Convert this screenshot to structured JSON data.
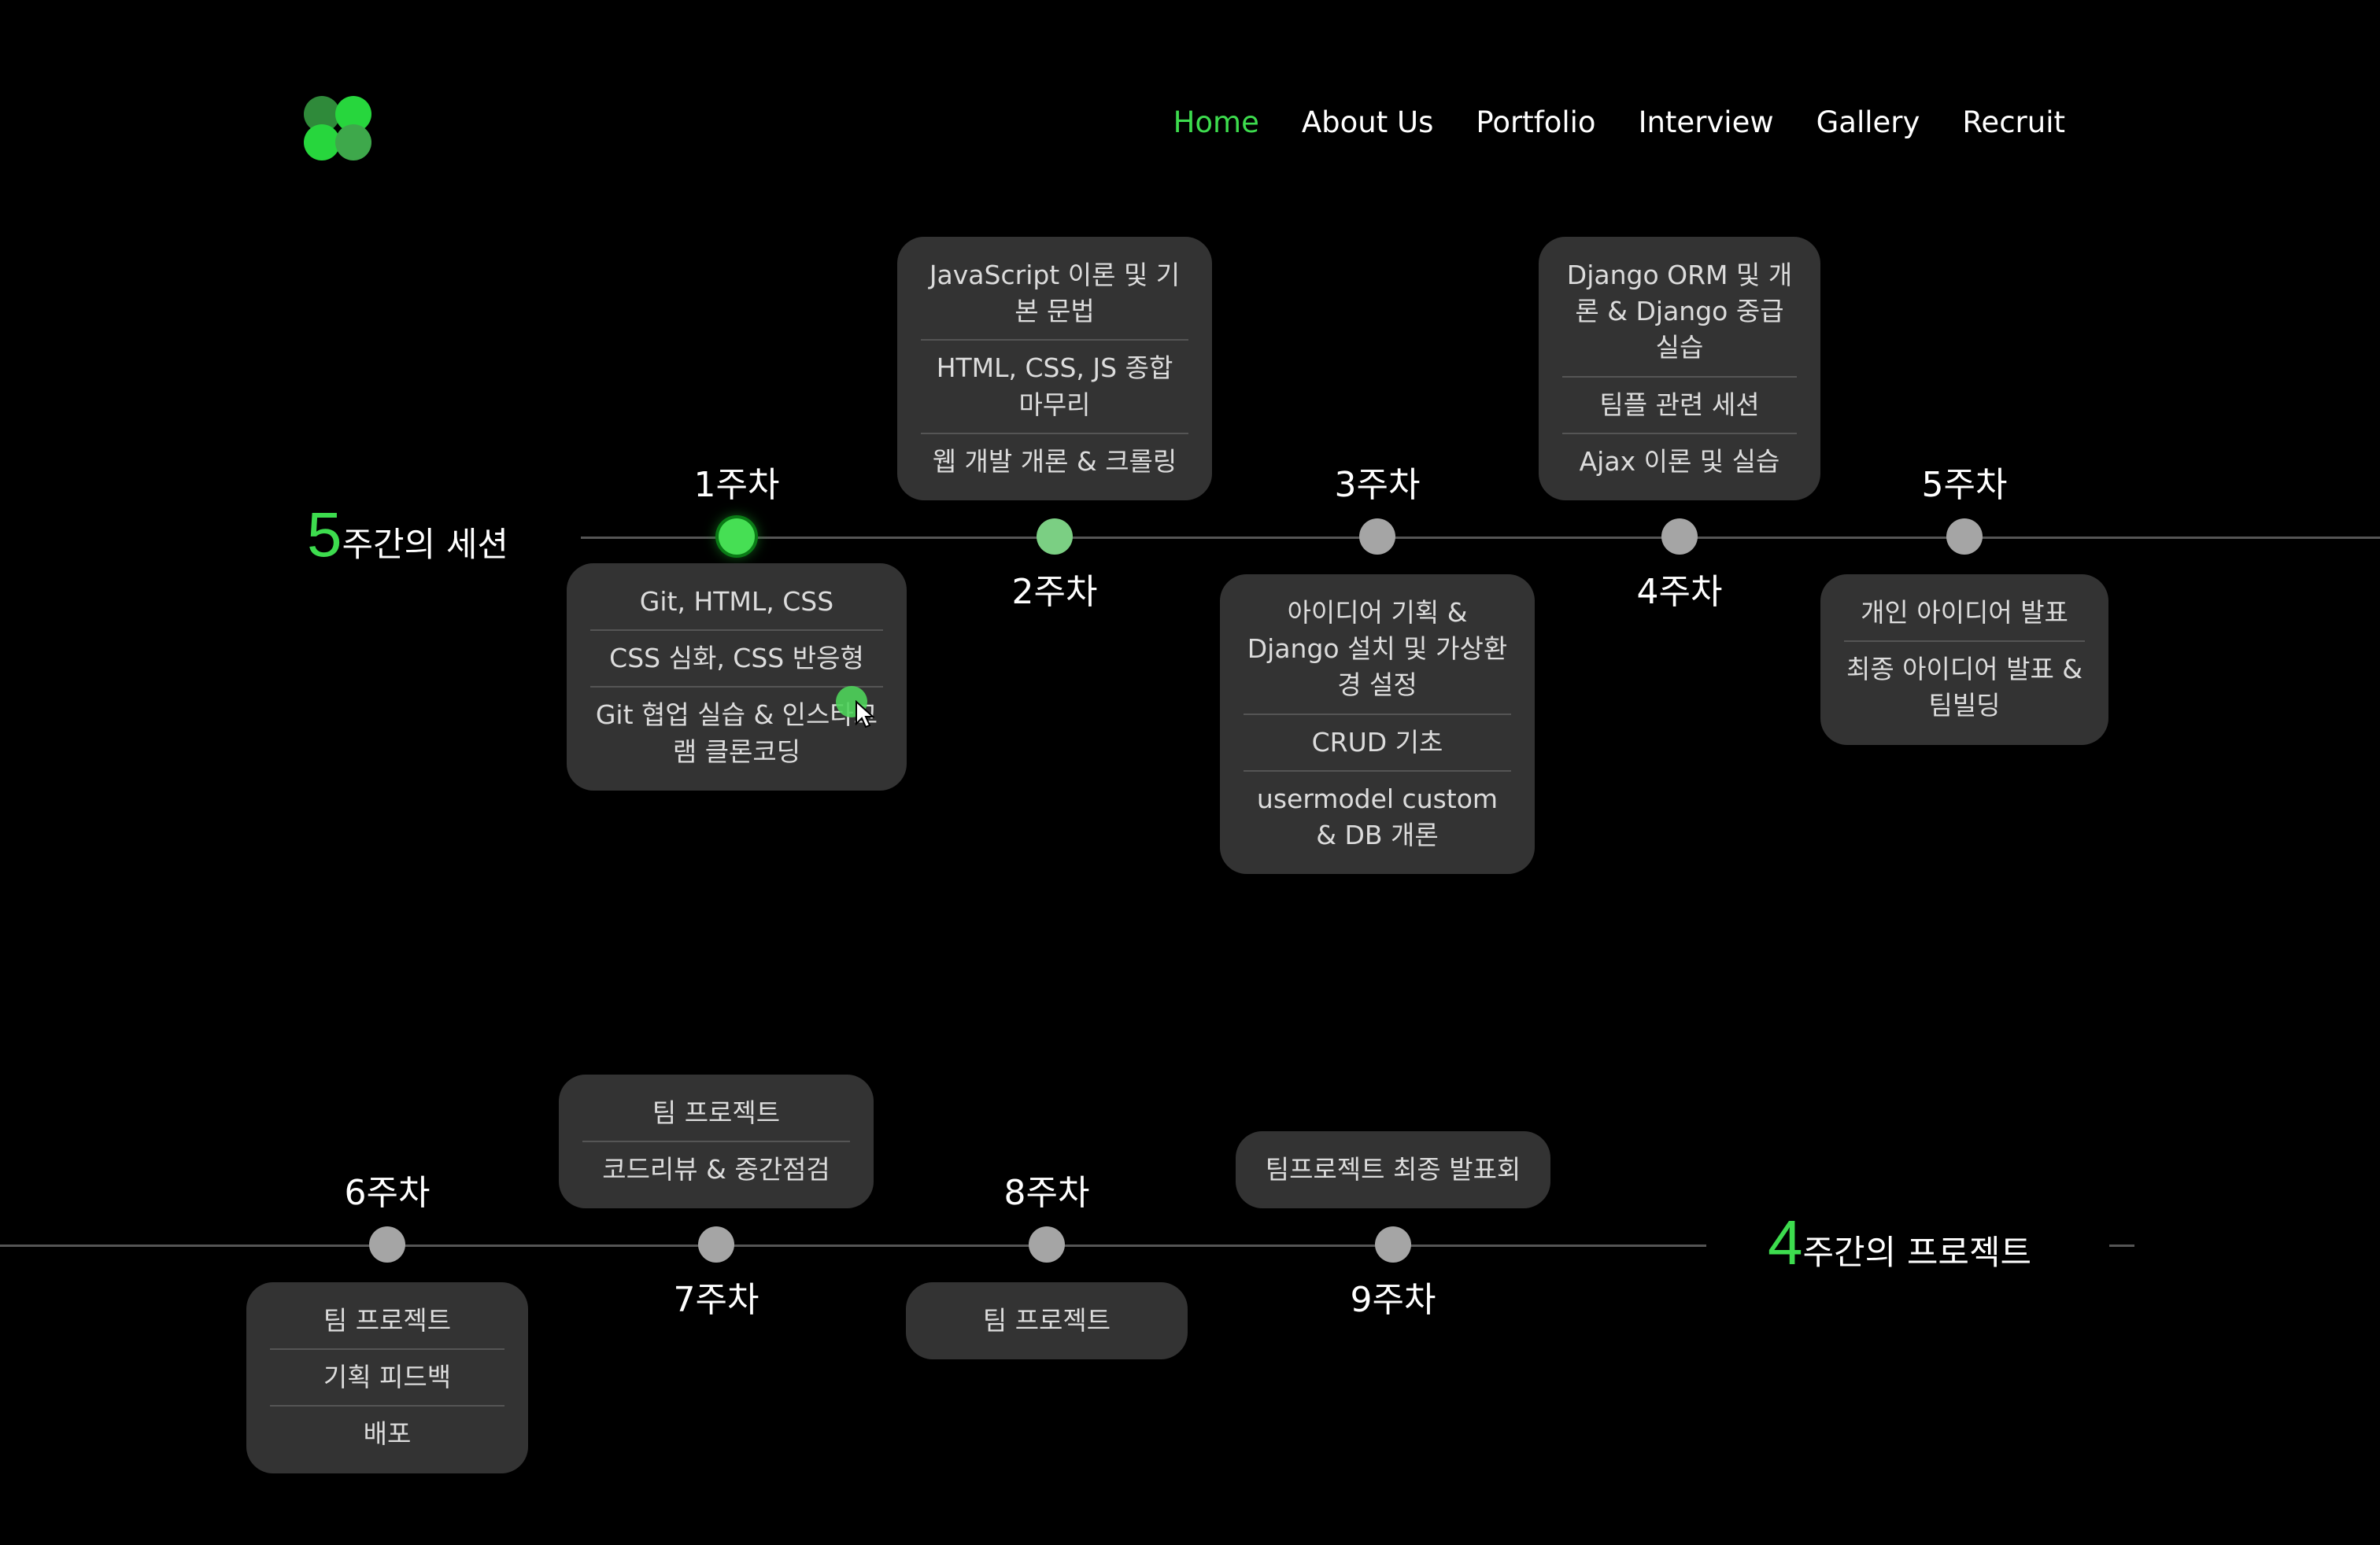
{
  "nav": {
    "items": [
      "Home",
      "About Us",
      "Portfolio",
      "Interview",
      "Gallery",
      "Recruit"
    ],
    "active": "Home"
  },
  "section1": {
    "num": "5",
    "text": "주간의 세션"
  },
  "section2": {
    "num": "4",
    "text": "주간의 프로젝트"
  },
  "weeks": [
    {
      "label": "1주차",
      "state": "current",
      "items": [
        "Git, HTML, CSS",
        "CSS 심화, CSS 반응형",
        "Git 협업 실습 & 인스타그램 클론코딩"
      ]
    },
    {
      "label": "2주차",
      "state": "done",
      "items": [
        "JavaScript 이론 및 기본 문법",
        "HTML, CSS, JS 종합 마무리",
        "웹 개발 개론 & 크롤링"
      ]
    },
    {
      "label": "3주차",
      "state": "upcoming",
      "items": [
        "아이디어 기획 & Django 설치 및 가상환경 설정",
        "CRUD 기초",
        "usermodel custom & DB 개론"
      ]
    },
    {
      "label": "4주차",
      "state": "upcoming",
      "items": [
        "Django ORM 및 개론 & Django 중급 실습",
        "팀플 관련 세션",
        "Ajax 이론 및 실습"
      ]
    },
    {
      "label": "5주차",
      "state": "upcoming",
      "items": [
        "개인 아이디어 발표",
        "최종 아이디어 발표 & 팀빌딩"
      ]
    },
    {
      "label": "6주차",
      "state": "upcoming",
      "items": [
        "팀 프로젝트",
        "기획 피드백",
        "배포"
      ]
    },
    {
      "label": "7주차",
      "state": "upcoming",
      "items": [
        "팀 프로젝트",
        "코드리뷰 & 중간점검"
      ]
    },
    {
      "label": "8주차",
      "state": "upcoming",
      "items": [
        "팀 프로젝트"
      ]
    },
    {
      "label": "9주차",
      "state": "upcoming",
      "items": [
        "팀프로젝트 최종 발표회"
      ]
    }
  ]
}
